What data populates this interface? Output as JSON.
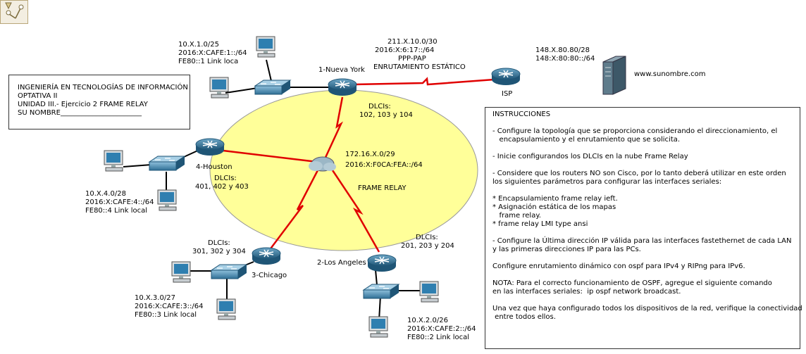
{
  "header_box": {
    "line1": "INGENIERÍA EN TECNOLOGÍAS DE INFORMACIÓN",
    "line2": "OPTATIVA II",
    "line3": "UNIDAD III.- Ejercicio 2 FRAME RELAY",
    "line4": "SU NOMBRE_______________________"
  },
  "routers": {
    "ny": "1-Nueva York",
    "houston": "4-Houston",
    "chicago": "3-Chicago",
    "la": "2-Los Angeles",
    "isp": "ISP"
  },
  "cloud_label": "FRAME RELAY",
  "addresses": {
    "lan1": [
      "10.X.1.0/25",
      "2016:X:CAFE:1::/64",
      "FE80::1 Link loca"
    ],
    "wan": [
      "211.X.10.0/30",
      "2016:X:6:17::/64",
      "PPP-PAP",
      "ENRUTAMIENTO ESTÁTICO"
    ],
    "server": [
      "148.X.80.80/28",
      "148:X:80:80::/64"
    ],
    "server_name": "www.sunombre.com",
    "fr": [
      "172.16.X.0/29",
      "2016:X:F0CA:FEA::/64"
    ],
    "lan4": [
      "10.X.4.0/28",
      "2016:X:CAFE:4::/64",
      "FE80::4 Link local"
    ],
    "lan3": [
      "10.X.3.0/27",
      "2016:X:CAFE:3::/64",
      "FE80::3 Link local"
    ],
    "lan2": [
      "10.X.2.0/26",
      "2016:X:CAFE:2::/64",
      "FE80::2 Link local"
    ]
  },
  "dlci": {
    "ny": [
      "DLCIs:",
      "102, 103 y 104"
    ],
    "houston": [
      "DLCIs:",
      "401, 402 y 403"
    ],
    "chicago": [
      "DLCIs:",
      "301, 302 y 304"
    ],
    "la": [
      "DLCIs:",
      "201, 203 y 204"
    ]
  },
  "instructions": {
    "title": "INSTRUCCIONES",
    "p1": "- Configure la topología que se proporciona considerando el direccionamiento, el\n   encapsulamiento y el enrutamiento que se solicita.",
    "p2": "- Inicie configurandos los DLCIs en la nube Frame Relay",
    "p3": "- Considere que los routers NO son Cisco, por lo tanto deberá utilizar en este orden\nlos siguientes parámetros para configurar las interfaces seriales:",
    "p4": "* Encapsulamiento frame relay ieft.\n* Asignación estática de los mapas\n   frame relay.\n* frame relay LMI type ansi",
    "p5": "- Configure la Última dirección IP válida para las interfaces fastethernet de cada LAN\ny las primeras direcciones IP para las PCs.",
    "p6": "Configure enrutamiento dinámico con ospf para IPv4 y RIPng para IPv6.",
    "p7": "NOTA: Para el correcto funcionamiento de OSPF, agregue el siguiente comando\nen las interfaces seriales:  ip ospf network broadcast.",
    "p8": "Una vez que haya configurado todos los dispositivos de la red, verifique la conectividad\n entre todos ellos."
  },
  "colors": {
    "serial": "#e00000",
    "ethernet": "#000000",
    "fr_area": "#ffff99",
    "router": "#2f6f95",
    "switch": "#4a8fb5"
  }
}
